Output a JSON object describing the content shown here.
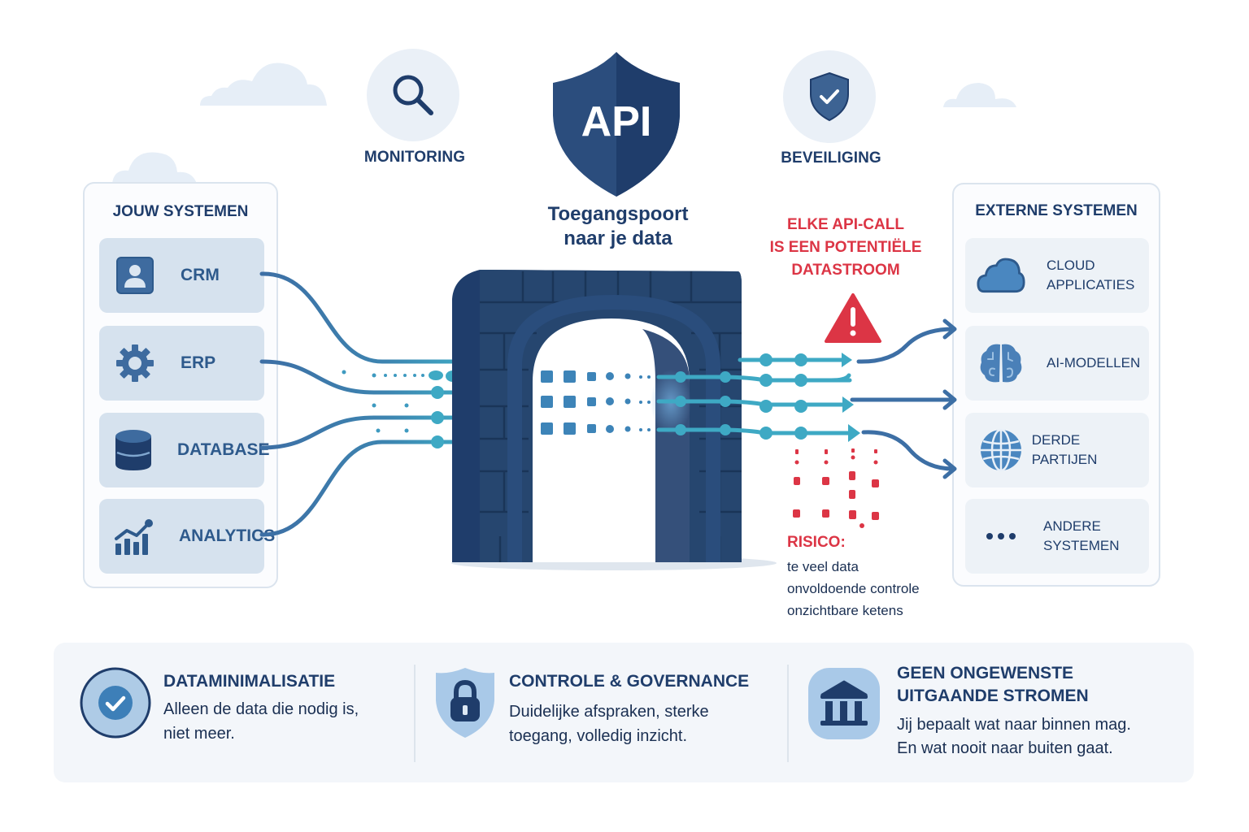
{
  "header": {
    "monitoring_label": "MONITORING",
    "security_label": "BEVEILIGING",
    "api_shield_text": "API",
    "gate_caption_line1": "Toegangspoort",
    "gate_caption_line2": "naar je data",
    "icons": {
      "monitoring": "magnifier-icon",
      "security": "shield-check-icon",
      "api": "shield-icon"
    }
  },
  "left_panel": {
    "title": "JOUW SYSTEMEN",
    "items": [
      {
        "label": "CRM",
        "icon": "user-icon"
      },
      {
        "label": "ERP",
        "icon": "gear-icon"
      },
      {
        "label": "DATABASE",
        "icon": "database-icon"
      },
      {
        "label": "ANALYTICS",
        "icon": "chart-icon"
      }
    ]
  },
  "right_panel": {
    "title": "EXTERNE SYSTEMEN",
    "items": [
      {
        "label_line1": "CLOUD",
        "label_line2": "APPLICATIES",
        "icon": "cloud-icon"
      },
      {
        "label_line1": "AI-MODELLEN",
        "label_line2": "",
        "icon": "brain-icon"
      },
      {
        "label_line1": "DERDE PARTIJEN",
        "label_line2": "",
        "icon": "globe-icon"
      },
      {
        "label_line1": "ANDERE",
        "label_line2": "SYSTEMEN",
        "icon": "ellipsis-icon"
      }
    ]
  },
  "warning": {
    "line1": "ELKE API-CALL",
    "line2": "IS EEN POTENTIËLE",
    "line3": "DATASTROOM",
    "icon": "warning-triangle-icon"
  },
  "risk": {
    "title": "RISICO:",
    "items": [
      "te veel data",
      "onvoldoende controle",
      "onzichtbare ketens"
    ]
  },
  "features": [
    {
      "title_line1": "DATAMINIMALISATIE",
      "title_line2": "",
      "text_line1": "Alleen de data die nodig is,",
      "text_line2": "niet meer.",
      "icon": "check-circle-icon"
    },
    {
      "title_line1": "CONTROLE & GOVERNANCE",
      "title_line2": "",
      "text_line1": "Duidelijke afspraken, sterke",
      "text_line2": "toegang, volledig inzicht.",
      "icon": "shield-lock-icon"
    },
    {
      "title_line1": "GEEN ONGEWENSTE",
      "title_line2": "UITGAANDE STROMEN",
      "text_line1": "Jij bepaalt wat naar binnen mag.",
      "text_line2": "En wat nooit naar buiten gaat.",
      "icon": "institution-icon"
    }
  ],
  "colors": {
    "navy": "#1f3d6b",
    "gate": "#22406b",
    "teal": "#3ea9c4",
    "flow_blue": "#3d6fa5",
    "alert_red": "#dc3545",
    "card_left": "#d6e2ee",
    "card_right": "#edf2f7"
  }
}
